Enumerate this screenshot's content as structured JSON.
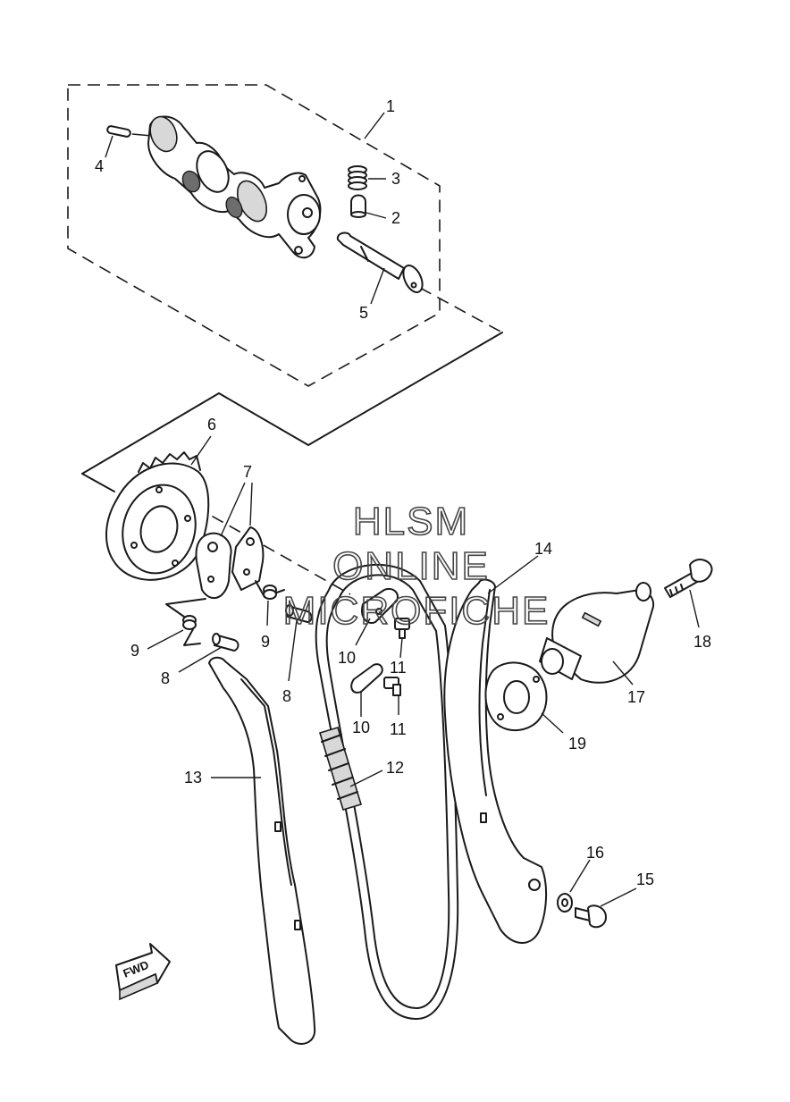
{
  "watermark": {
    "line1": "HLSM",
    "line2": "ONLINE",
    "line3": "MICROFICHE",
    "color": "#444444"
  },
  "direction_label": "FWD",
  "callouts": {
    "c1": "1",
    "c2": "2",
    "c3": "3",
    "c4": "4",
    "c5": "5",
    "c6": "6",
    "c7": "7",
    "c8a": "8",
    "c8b": "8",
    "c9a": "9",
    "c9b": "9",
    "c10a": "10",
    "c10b": "10",
    "c11a": "11",
    "c11b": "11",
    "c12": "12",
    "c13": "13",
    "c14": "14",
    "c15": "15",
    "c16": "16",
    "c17": "17",
    "c18": "18",
    "c19": "19"
  }
}
